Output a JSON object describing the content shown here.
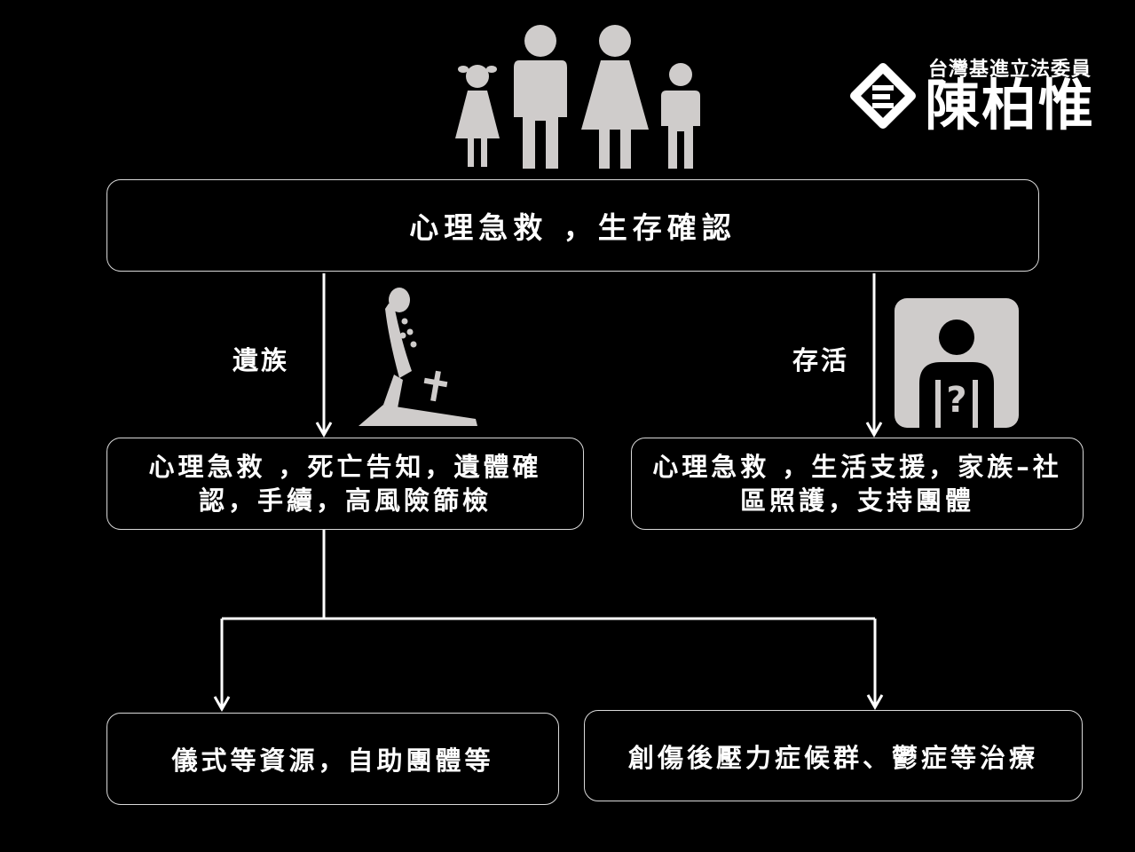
{
  "logo": {
    "org": "台灣基進立法委員",
    "name": "陳柏惟"
  },
  "nodes": {
    "top": "心理急救 ，生存確認",
    "left": "心理急救 ，死亡告知，遺體確認，手續，高風險篩檢",
    "right": "心理急救 ，生活支援，家族–社區照護，支持團體",
    "bottom_left": "儀式等資源，自助團體等",
    "bottom_right": "創傷後壓力症候群、鬱症等治療"
  },
  "edges": {
    "left_label": "遺族",
    "right_label": "存活"
  },
  "icons": {
    "family": "family-icon",
    "grief": "mourning-grave-icon",
    "survivor": "person-question-icon",
    "logo_mark": "logo-mark-icon"
  },
  "colors": {
    "background": "#000000",
    "foreground": "#ffffff",
    "icon_gray": "#cfcccb"
  }
}
